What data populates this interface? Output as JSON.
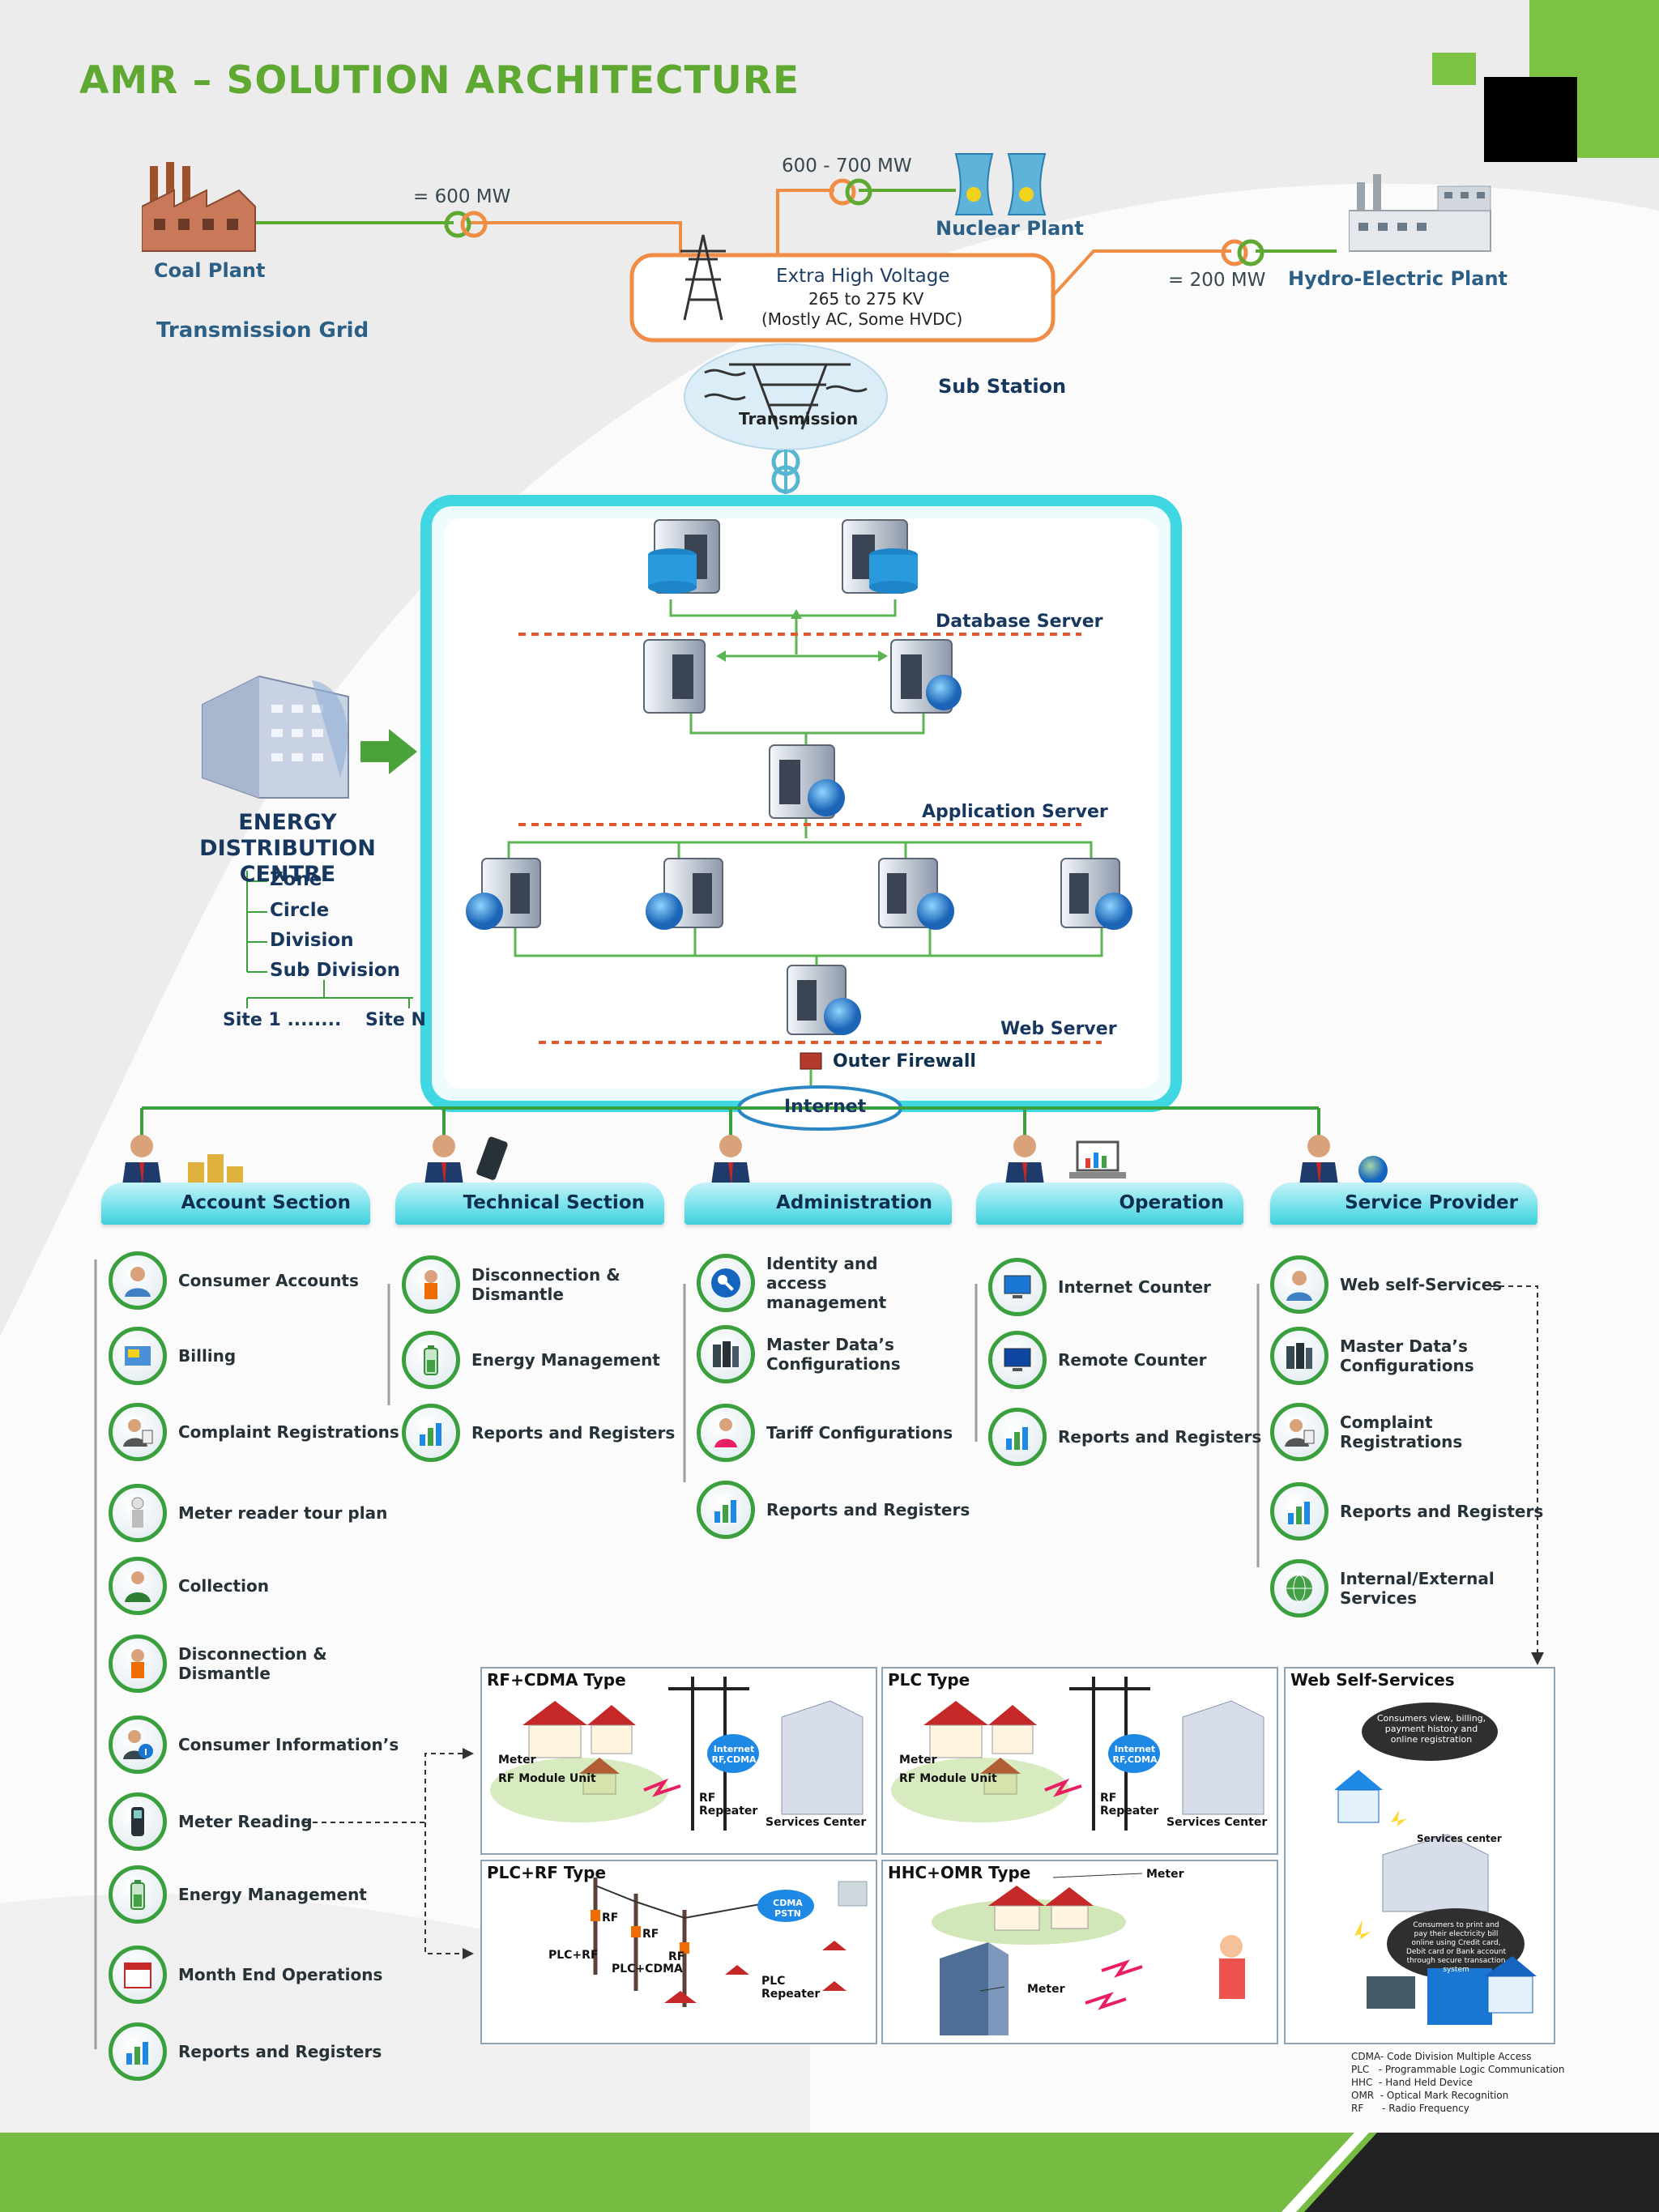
{
  "title": "AMR – SOLUTION ARCHITECTURE",
  "generation": {
    "coal_plant": "Coal Plant",
    "coal_mw": "= 600 MW",
    "nuclear_mw": "600 - 700 MW",
    "nuclear_plant": "Nuclear Plant",
    "hydro_mw": "= 200 MW",
    "hydro_plant": "Hydro-Electric Plant",
    "transmission_grid": "Transmission Grid",
    "ehv_title": "Extra High Voltage",
    "ehv_range": "265 to 275 KV",
    "ehv_note": "(Mostly AC, Some HVDC)",
    "sub_station": "Sub Station",
    "transmission_label": "Transmission"
  },
  "servers": {
    "database": "Database Server",
    "application": "Application Server",
    "web": "Web Server",
    "firewall": "Outer Firewall",
    "internet": "Internet"
  },
  "edc": {
    "title": "ENERGY DISTRIBUTION CENTRE",
    "levels": [
      "Zone",
      "Circle",
      "Division",
      "Sub Division"
    ],
    "site_first": "Site 1 ........",
    "site_last": "Site N"
  },
  "sections": [
    {
      "name": "Account Section",
      "items": [
        "Consumer Accounts",
        "Billing",
        "Complaint Registrations",
        "Meter reader tour plan",
        "Collection",
        "Disconnection & Dismantle",
        "Consumer Information’s",
        "Meter Reading",
        "Energy Management",
        "Month End Operations",
        "Reports and Registers"
      ]
    },
    {
      "name": "Technical Section",
      "items": [
        "Disconnection & Dismantle",
        "Energy Management",
        "Reports and Registers"
      ]
    },
    {
      "name": "Administration",
      "items": [
        "Identity and access management",
        "Master Data’s Configurations",
        "Tariff Configurations",
        "Reports and Registers"
      ]
    },
    {
      "name": "Operation",
      "items": [
        "Internet Counter",
        "Remote Counter",
        "Reports and Registers"
      ]
    },
    {
      "name": "Service Provider",
      "items": [
        "Web self-Services",
        "Master Data’s Configurations",
        "Complaint Registrations",
        "Reports and Registers",
        "Internal/External Services"
      ]
    }
  ],
  "panels": {
    "rf_cdma": {
      "title": "RF+CDMA Type",
      "meter": "Meter",
      "rf_module": "RF Module Unit",
      "cloud": "Internet RF,CDMA",
      "repeater": "RF Repeater",
      "center": "Services Center"
    },
    "plc": {
      "title": "PLC Type",
      "meter": "Meter",
      "rf_module": "RF Module Unit",
      "cloud": "Internet RF,CDMA",
      "repeater": "RF Repeater",
      "center": "Services Center"
    },
    "plc_rf": {
      "title": "PLC+RF Type",
      "rf1": "RF",
      "rf2": "RF",
      "rf3": "RF",
      "plc_rf": "PLC+RF",
      "plc_cdma": "PLC+CDMA",
      "cloud": "CDMA PSTN",
      "plc_repeater": "PLC Repeater"
    },
    "hhc_omr": {
      "title": "HHC+OMR Type",
      "meter_top": "Meter",
      "meter_bottom": "Meter"
    },
    "web": {
      "title": "Web Self-Services",
      "bubble1": "Consumers view, billing, payment history and online registration",
      "center": "Services center",
      "bubble2": "Consumers to print and pay their electricity bill online using Credit card, Debit card or Bank account through secure transaction system"
    }
  },
  "abbreviations": "CDMA- Code Division Multiple Access\nPLC   - Programmable Logic Communication\nHHC  - Hand Held Device\nOMR  - Optical Mark Recognition\nRF      - Radio Frequency",
  "colors": {
    "brand_green": "#5fa832",
    "orange_line": "#ef8d45",
    "navy": "#17375e",
    "cyan_frame": "#3fd8e2",
    "connector_green": "#3aa03d"
  }
}
